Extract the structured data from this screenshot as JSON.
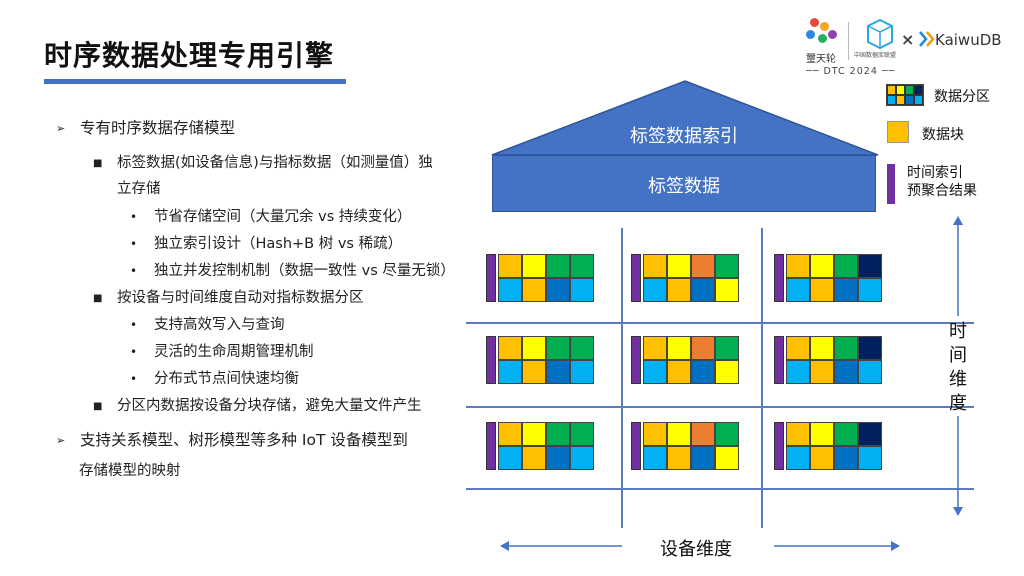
{
  "title": "时序数据处理专用引擎",
  "logos": {
    "brand_left": "璽天轮",
    "brand_center": "中国数据库联盟",
    "cross": "×",
    "brand_right": "KaiwuDB",
    "event": "DTC 2024"
  },
  "bullets": [
    {
      "level": 1,
      "text": "专有时序数据存储模型"
    },
    {
      "level": 2,
      "text": "标签数据(如设备信息)与指标数据（如测量值）独"
    },
    {
      "level": 0,
      "text": "立存储"
    },
    {
      "level": 3,
      "text": "节省存储空间（大量冗余 vs 持续变化）"
    },
    {
      "level": 3,
      "text": "独立索引设计（Hash+B 树 vs 稀疏）"
    },
    {
      "level": 3,
      "text": "独立并发控制机制（数据一致性 vs 尽量无锁）"
    },
    {
      "level": 2,
      "text": "按设备与时间维度自动对指标数据分区"
    },
    {
      "level": 3,
      "text": "支持高效写入与查询"
    },
    {
      "level": 3,
      "text": "灵活的生命周期管理机制"
    },
    {
      "level": 3,
      "text": "分布式节点间快速均衡"
    },
    {
      "level": 2,
      "text": "分区内数据按设备分块存储，避免大量文件产生"
    },
    {
      "level": 1,
      "text": "支持关系模型、树形模型等多种  IoT  设备模型到"
    },
    {
      "level": 0,
      "text": "存储模型的映射"
    }
  ],
  "markers": {
    "l1": "➢",
    "l2": "■",
    "l3": "•"
  },
  "diagram": {
    "roof_label": "标签数据索引",
    "body_label": "标签数据",
    "legend": [
      {
        "label": "数据分区"
      },
      {
        "label": "数据块"
      },
      {
        "label": "时间索引\n预聚合结果"
      }
    ],
    "time_axis_label": "时间维度",
    "device_axis_label": "设备维度",
    "partition_color_sets": {
      "a": [
        "#FFC000",
        "#FFFF00",
        "#00B050",
        "#00B050",
        "#00B0F0",
        "#FFC000",
        "#0070C0",
        "#00B0F0"
      ],
      "b": [
        "#FFC000",
        "#FFFF00",
        "#ED7D31",
        "#00B050",
        "#00B0F0",
        "#FFC000",
        "#0070C0",
        "#FFFF00"
      ],
      "c": [
        "#FFC000",
        "#FFFF00",
        "#00B050",
        "#002060",
        "#00B0F0",
        "#FFC000",
        "#0070C0",
        "#00B0F0"
      ]
    },
    "colors": {
      "primary": "#4472C4",
      "purple": "#7030A0",
      "grid": "#5B7DC0"
    }
  }
}
